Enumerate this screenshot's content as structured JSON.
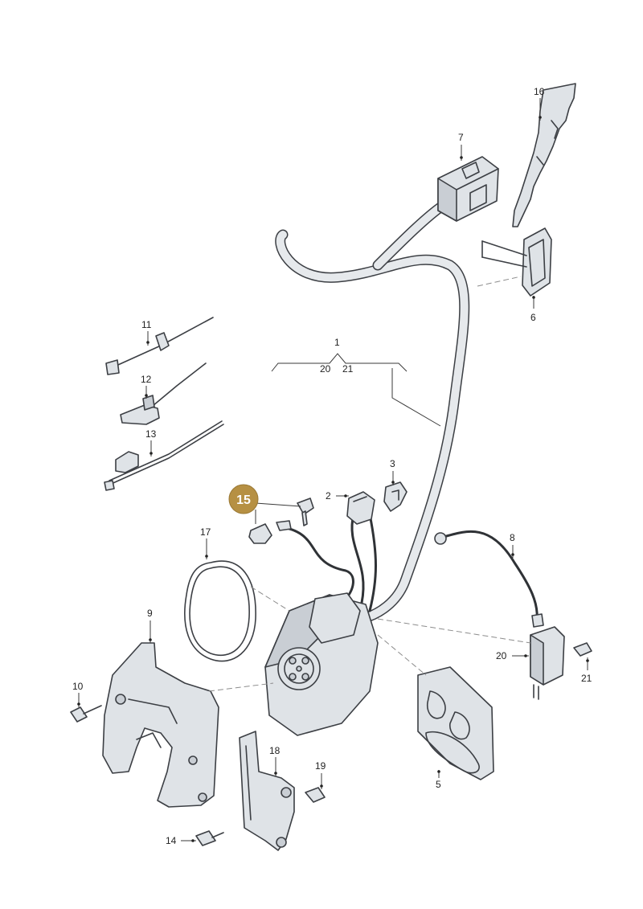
{
  "diagram": {
    "highlighted_part": "15",
    "highlight_color": "#b69043",
    "callouts": {
      "c1": "1",
      "c2": "2",
      "c3": "3",
      "c5": "5",
      "c6": "6",
      "c7": "7",
      "c8": "8",
      "c9": "9",
      "c10": "10",
      "c11": "11",
      "c12": "12",
      "c13": "13",
      "c14": "14",
      "c16": "16",
      "c17": "17",
      "c18": "18",
      "c19": "19",
      "c20a": "20",
      "c21a": "21",
      "c20b": "20",
      "c21b": "21"
    },
    "part_fill_color": "#dfe3e7",
    "outline_color": "#3c3f44"
  }
}
